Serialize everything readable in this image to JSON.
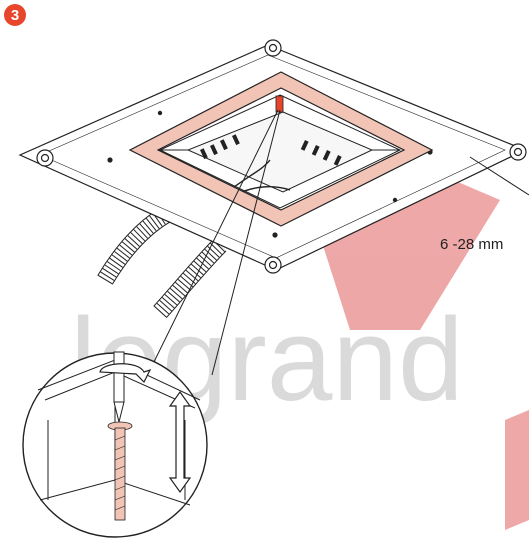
{
  "step": {
    "number": "3",
    "color": "#e8452d"
  },
  "dimension": {
    "label": "6 -28 mm"
  },
  "watermark": {
    "text": "legrand",
    "color_gray": "#cfcfcf",
    "color_red": "#e06060"
  },
  "colors": {
    "frame_fill": "#f2c4b6",
    "line": "#222222",
    "screw_fill": "#f2c4b6"
  }
}
